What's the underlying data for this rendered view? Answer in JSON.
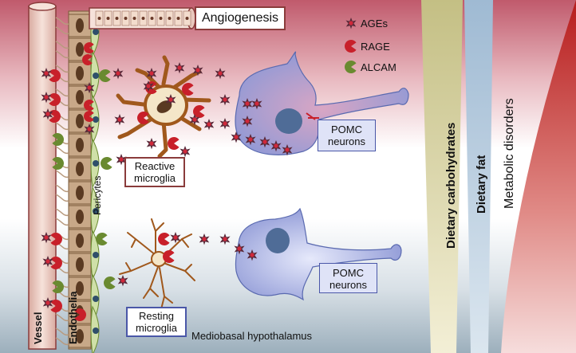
{
  "title": "Angiogenesis",
  "legend": [
    {
      "label": "AGEs",
      "symbol": "star-icon"
    },
    {
      "label": "RAGE",
      "symbol": "pacman-icon",
      "color": "#c8202a"
    },
    {
      "label": "ALCAM",
      "symbol": "pacman-icon",
      "color": "#6a8a30"
    }
  ],
  "labels": {
    "reactive_microglia_1": "Reactive",
    "reactive_microglia_2": "microglia",
    "resting_microglia_1": "Resting",
    "resting_microglia_2": "microglia",
    "pomc_top_1": "POMC",
    "pomc_top_2": "neurons",
    "pomc_bottom_1": "POMC",
    "pomc_bottom_2": "neurons",
    "pericytes": "Pericytes",
    "endothelia": "Endothelia",
    "vessel": "Vessel",
    "region": "Mediobasal hypothalamus"
  },
  "gradients": [
    {
      "label": "Dietary carbohydrates",
      "color": "#c9c28a"
    },
    {
      "label": "Dietary fat",
      "color": "#a8c0d8"
    },
    {
      "label": "Metabolic disorders",
      "color": "#b8201e"
    }
  ],
  "colors": {
    "bg_top": "#c8586a",
    "bg_bottom": "#9aaab5",
    "vessel": "#f1d6cc",
    "vessel_border": "#8a3b3b",
    "endothelia": "#b89a7e",
    "pericytes": "#cfe0a8",
    "microglia": "#a0581c",
    "neuron": "#b6bde9",
    "nucleus": "#4f6c97",
    "rage": "#c8202a",
    "alcam": "#6a8a30",
    "ages": "#5a2a3a"
  }
}
